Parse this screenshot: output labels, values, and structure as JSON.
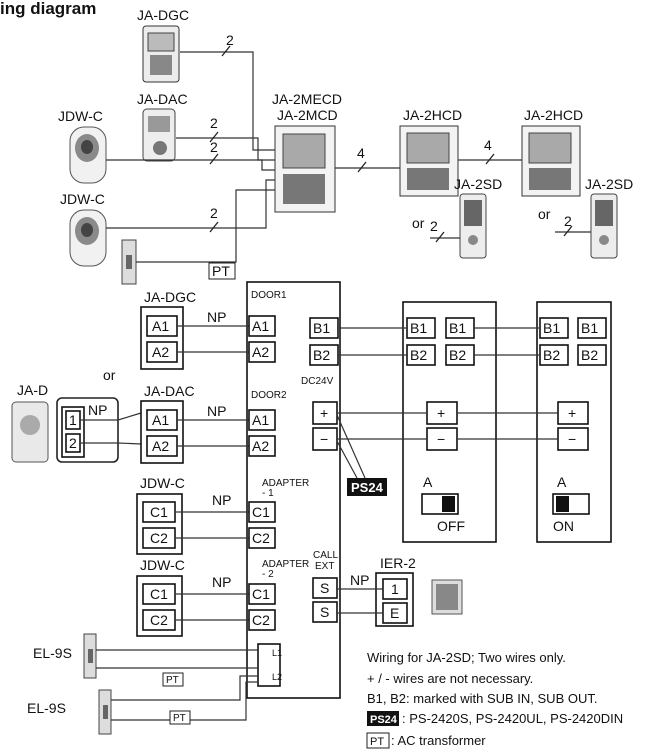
{
  "header": {
    "title_fragment": "ing diagram"
  },
  "top": {
    "ja_dgc": "JA-DGC",
    "ja_dac": "JA-DAC",
    "jdw_c": "JDW-C",
    "master_a": "JA-2MECD",
    "master_b": "JA-2MCD",
    "sub": "JA-2HCD",
    "sub_door": "JA-2SD",
    "or": "or",
    "two": "2",
    "four": "4",
    "pt": "PT"
  },
  "bottom": {
    "ja_dgc": "JA-DGC",
    "ja_dac": "JA-DAC",
    "ja_d": "JA-D",
    "jdw_c": "JDW-C",
    "or": "or",
    "np": "NP",
    "door1": "DOOR1",
    "door2": "DOOR2",
    "adapter1_a": "ADAPTER",
    "adapter1_b": "- 1",
    "adapter2_a": "ADAPTER",
    "adapter2_b": "- 2",
    "dc24v": "DC24V",
    "call_a": "CALL",
    "call_b": "EXT",
    "ps24": "PS24",
    "ier2": "IER-2",
    "a": "A",
    "off": "OFF",
    "on": "ON",
    "el9s": "EL-9S",
    "pt": "PT",
    "terminals": {
      "a1": "A1",
      "a2": "A2",
      "b1": "B1",
      "b2": "B2",
      "c1": "C1",
      "c2": "C2",
      "s": "S",
      "e": "E",
      "one": "1",
      "two": "2",
      "plus": "+",
      "minus": "−",
      "l1": "L1",
      "l2": "L2"
    }
  },
  "notes": {
    "line1": "Wiring for JA-2SD; Two wires only.",
    "line2": "+ / - wires are not necessary.",
    "line3": "B1, B2:  marked with SUB IN, SUB OUT.",
    "ps24_tag": "PS24",
    "line4": ":  PS-2420S, PS-2420UL, PS-2420DIN",
    "pt_tag": "PT",
    "line5": ": AC transformer"
  }
}
